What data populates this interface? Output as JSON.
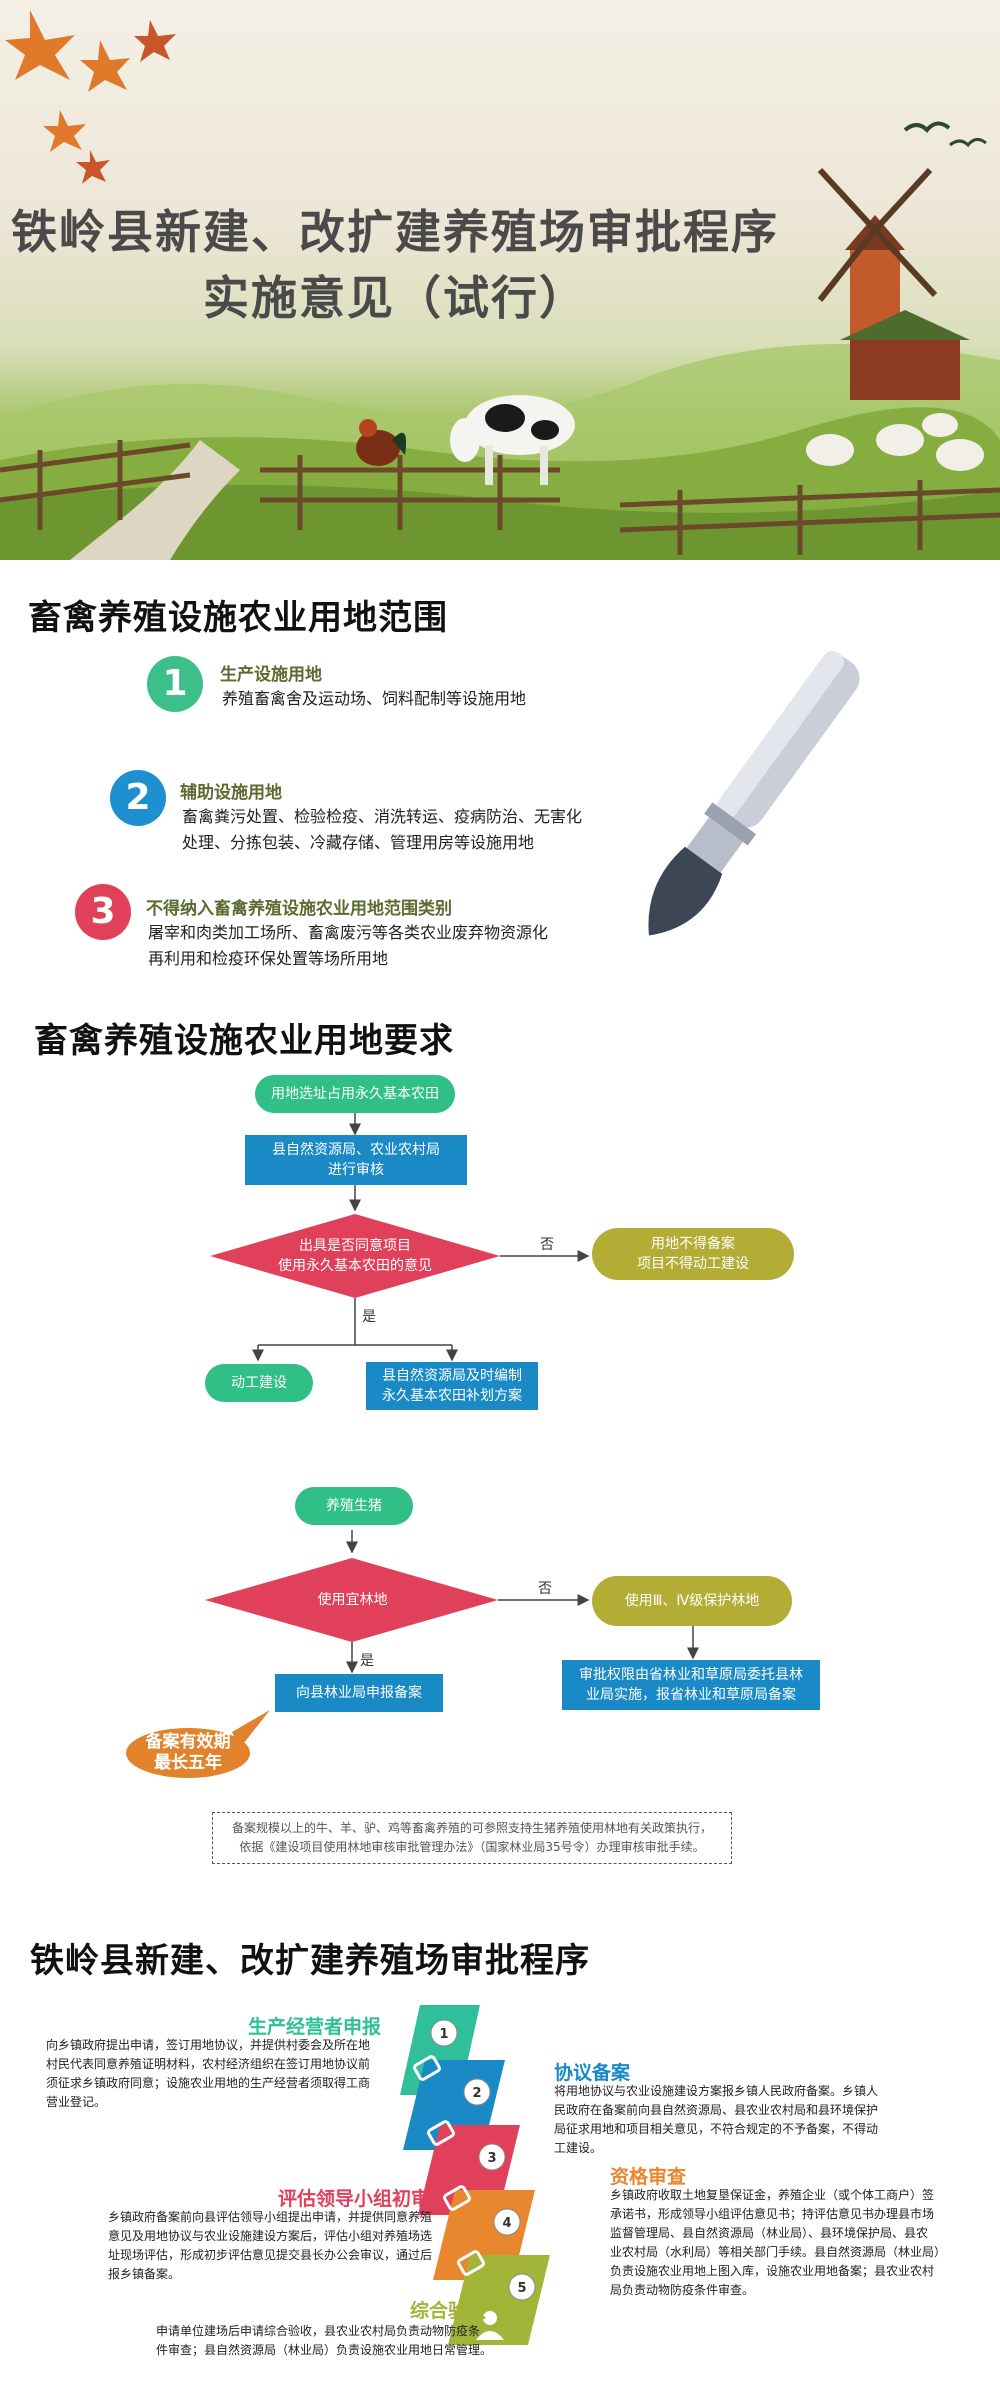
{
  "banner": {
    "title_line1": "铁岭县新建、改扩建养殖场审批程序",
    "title_line2": "实施意见（试行）"
  },
  "scope": {
    "heading": "畜禽养殖设施农业用地范围",
    "items": [
      {
        "number": "1",
        "title": "生产设施用地",
        "text": "养殖畜禽舍及运动场、饲料配制等设施用地",
        "color": "#3dbf8a"
      },
      {
        "number": "2",
        "title": "辅助设施用地",
        "text_line1": "畜禽粪污处置、检验检疫、消洗转运、疫病防治、无害化",
        "text_line2": "处理、分拣包装、冷藏存储、管理用房等设施用地",
        "color": "#1e8fcf"
      },
      {
        "number": "3",
        "title": "不得纳入畜禽养殖设施农业用地范围类别",
        "text_line1": "屠宰和肉类加工场所、畜禽废污等各类农业废弃物资源化",
        "text_line2": "再利用和检疫环保处置等场所用地",
        "color": "#e0405a"
      }
    ]
  },
  "requirements": {
    "heading": "畜禽养殖设施农业用地要求",
    "flow1": {
      "start": "用地选址占用永久基本农田",
      "review_line1": "县自然资源局、农业农村局",
      "review_line2": "进行审核",
      "decision_line1": "出具是否同意项目",
      "decision_line2": "使用永久基本农田的意见",
      "no_label": "否",
      "yes_label": "是",
      "no_result_line1": "用地不得备案",
      "no_result_line2": "项目不得动工建设",
      "yes_result1": "动工建设",
      "yes_result2_line1": "县自然资源局及时编制",
      "yes_result2_line2": "永久基本农田补划方案"
    },
    "flow2": {
      "start": "养殖生猪",
      "decision": "使用宜林地",
      "no_label": "否",
      "yes_label": "是",
      "no_result": "使用Ⅲ、Ⅳ级保护林地",
      "no_followup_line1": "审批权限由省林业和草原局委托县林",
      "no_followup_line2": "业局实施，报省林业和草原局备案",
      "yes_result": "向县林业局申报备案",
      "badge_line1": "备案有效期",
      "badge_line2": "最长五年"
    },
    "note_line1": "备案规模以上的牛、羊、驴、鸡等畜禽养殖的可参照支持生猪养殖使用林地有关政策执行，",
    "note_line2": "依据《建设项目使用林地审核审批管理办法》（国家林业局35号令）办理审核审批手续。"
  },
  "procedure": {
    "heading": "铁岭县新建、改扩建养殖场审批程序",
    "steps": [
      {
        "number": "1",
        "title": "生产经营者申报",
        "color": "#2fbf9a",
        "lines": [
          "向乡镇政府提出申请，签订用地协议，并提供村委会及所在地",
          "村民代表同意养殖证明材料，农村经济组织在签订用地协议前",
          "须征求乡镇政府同意；设施农业用地的生产经营者须取得工商",
          "营业登记。"
        ]
      },
      {
        "number": "2",
        "title": "协议备案",
        "color": "#1a8ac6",
        "lines": [
          "将用地协议与农业设施建设方案报乡镇人民政府备案。乡镇人",
          "民政府在备案前向县自然资源局、县农业农村局和县环境保护",
          "局征求用地和项目相关意见，不符合规定的不予备案，不得动",
          "工建设。"
        ]
      },
      {
        "number": "3",
        "title": "评估领导小组初审",
        "color": "#e0405a",
        "lines": [
          "乡镇政府备案前向县评估领导小组提出申请，并提供同意养殖",
          "意见及用地协议与农业设施建设方案后，评估小组对养殖场选",
          "址现场评估，形成初步评估意见提交县长办公会审议，通过后",
          "报乡镇备案。"
        ]
      },
      {
        "number": "4",
        "title": "资格审查",
        "color": "#e8872e",
        "lines": [
          "乡镇政府收取土地复垦保证金，养殖企业（或个体工商户）签",
          "承诺书，形成领导小组评估意见书；持评估意见书办理县市场",
          "监督管理局、县自然资源局（林业局）、县环境保护局、县农",
          "业农村局（水利局）等相关部门手续。县自然资源局（林业局）",
          "负责设施农业用地上图入库，设施农业用地备案；县农业农村",
          "局负责动物防疫条件审查。"
        ]
      },
      {
        "number": "5",
        "title": "综合验收",
        "color": "#a3b539",
        "lines": [
          "申请单位建场后申请综合验收，县农业农村局负责动物防疫条",
          "件审查；县自然资源局（林业局）负责设施农业用地日常管理。"
        ]
      }
    ]
  }
}
